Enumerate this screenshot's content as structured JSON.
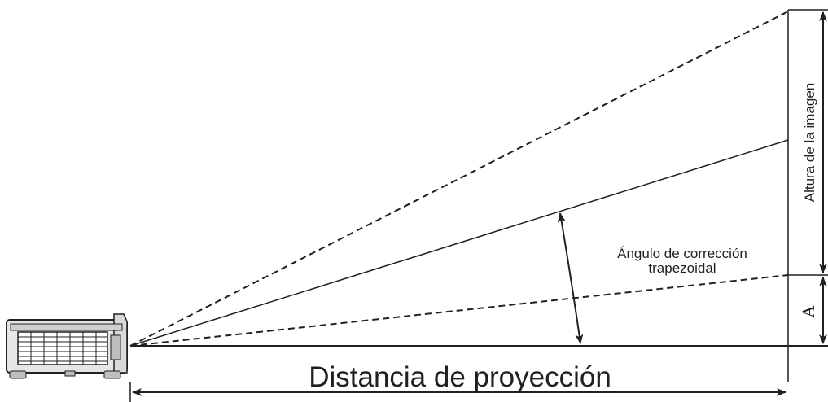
{
  "diagram": {
    "distance_label": "Distancia de proyección",
    "image_height_label": "Altura de la imagen",
    "keystone_angle_label_line1": "Ángulo de corrección",
    "keystone_angle_label_line2": "trapezoidal",
    "offset_label": "A",
    "projector_icon": "projector-icon",
    "line_color": "#231f20"
  }
}
